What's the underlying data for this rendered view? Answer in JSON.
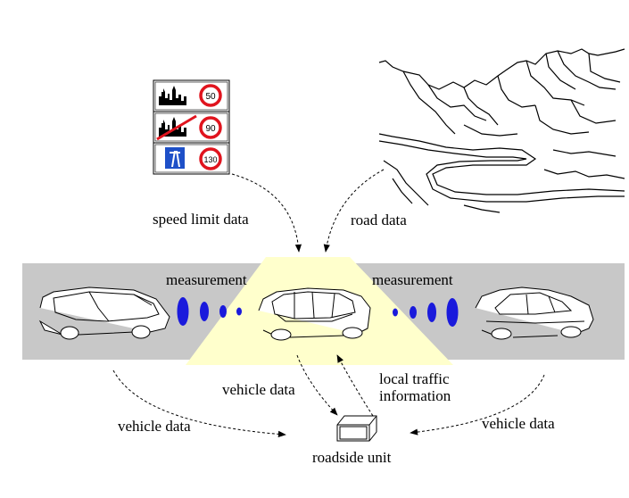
{
  "labels": {
    "speed_limit_data": "speed limit data",
    "road_data": "road data",
    "measurement_left": "measurement",
    "measurement_right": "measurement",
    "vehicle_data_center": "vehicle data",
    "local_traffic_line1": "local traffic",
    "local_traffic_line2": "information",
    "vehicle_data_left": "vehicle data",
    "vehicle_data_right": "vehicle data",
    "roadside_unit": "roadside unit"
  },
  "signs": [
    {
      "icon": "city-skyline-icon",
      "limit": "50"
    },
    {
      "icon": "city-skyline-crossed-icon",
      "limit": "90"
    },
    {
      "icon": "motorway-icon",
      "limit": "130"
    }
  ],
  "colors": {
    "road": "#c8c8c8",
    "beam": "#ffffcc",
    "signal": "#1a1adc",
    "sign_ring": "#e0141e",
    "motorway_sign": "#1e50c8"
  }
}
